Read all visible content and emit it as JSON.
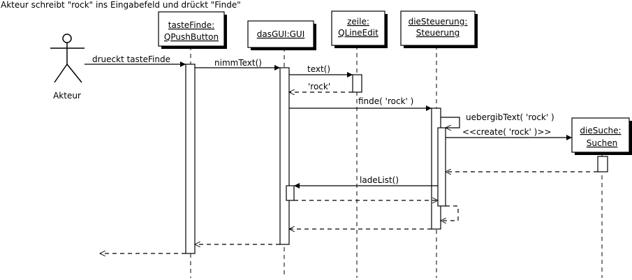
{
  "diagram": {
    "caption": "Akteur schreibt \"rock\" ins Eingabefeld und drückt \"Finde\"",
    "actor": {
      "name": "Akteur"
    },
    "participants": [
      {
        "line1": "tasteFinde:",
        "line2": "QPushButton"
      },
      {
        "line1": "dasGUI:GUI",
        "line2": ""
      },
      {
        "line1": "zeile:",
        "line2": "QLineEdit"
      },
      {
        "line1": "dieSteuerung:",
        "line2": "Steuerung"
      },
      {
        "line1": "dieSuche:",
        "line2": "Suchen"
      }
    ],
    "messages": [
      {
        "label": "drueckt tasteFinde"
      },
      {
        "label": "nimmText()"
      },
      {
        "label": "text()"
      },
      {
        "label": "'rock'"
      },
      {
        "label": "finde( 'rock' )"
      },
      {
        "label": "uebergibText( 'rock' )"
      },
      {
        "label": "<<create( 'rock' )>>"
      },
      {
        "label": "ladeList()"
      }
    ]
  }
}
